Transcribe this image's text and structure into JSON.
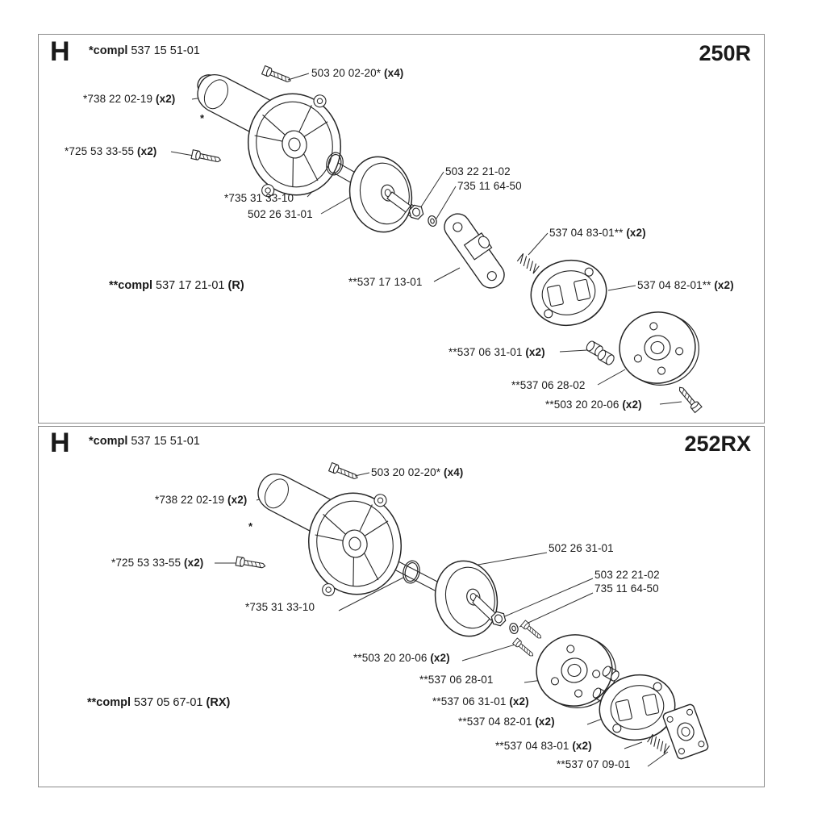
{
  "panels": [
    {
      "section_letter": "H",
      "model": "250R",
      "header": {
        "pre_bold": "*compl",
        "text": " 537 15 51-01"
      },
      "footer": {
        "pre_bold": "**compl",
        "text": " 537 17 21-01 ",
        "bold": "(R)"
      },
      "labels": [
        {
          "text": "503 20 02-20* ",
          "bold": "(x4)"
        },
        {
          "text": "*738 22 02-19 ",
          "bold": "(x2)"
        },
        {
          "text": "*725 53 33-55 ",
          "bold": "(x2)"
        },
        {
          "text": "*735 31 33-10"
        },
        {
          "text": "502 26 31-01"
        },
        {
          "text": "503 22 21-02"
        },
        {
          "text": "735 11 64-50"
        },
        {
          "text": "537 04 83-01** ",
          "bold": "(x2)"
        },
        {
          "text": "**537 17 13-01"
        },
        {
          "text": "537 04 82-01** ",
          "bold": "(x2)"
        },
        {
          "text": "**537 06 31-01 ",
          "bold": "(x2)"
        },
        {
          "text": "**537 06 28-02"
        },
        {
          "text": "**503 20 20-06 ",
          "bold": "(x2)"
        },
        {
          "text": "*"
        }
      ]
    },
    {
      "section_letter": "H",
      "model": "252RX",
      "header": {
        "pre_bold": "*compl",
        "text": " 537 15 51-01"
      },
      "footer": {
        "pre_bold": "**compl",
        "text": " 537 05 67-01 ",
        "bold": "(RX)"
      },
      "labels": [
        {
          "text": "503 20 02-20* ",
          "bold": "(x4)"
        },
        {
          "text": "*738 22 02-19 ",
          "bold": "(x2)"
        },
        {
          "text": "*725 53 33-55 ",
          "bold": "(x2)"
        },
        {
          "text": "502 26 31-01"
        },
        {
          "text": "503 22 21-02"
        },
        {
          "text": "735 11 64-50"
        },
        {
          "text": "*735 31 33-10"
        },
        {
          "text": "**503 20 20-06 ",
          "bold": "(x2)"
        },
        {
          "text": "**537 06 28-01"
        },
        {
          "text": "**537 06 31-01 ",
          "bold": "(x2)"
        },
        {
          "text": "**537 04 82-01 ",
          "bold": "(x2)"
        },
        {
          "text": "**537 04 83-01 ",
          "bold": "(x2)"
        },
        {
          "text": "**537 07 09-01"
        },
        {
          "text": "*"
        }
      ]
    }
  ]
}
